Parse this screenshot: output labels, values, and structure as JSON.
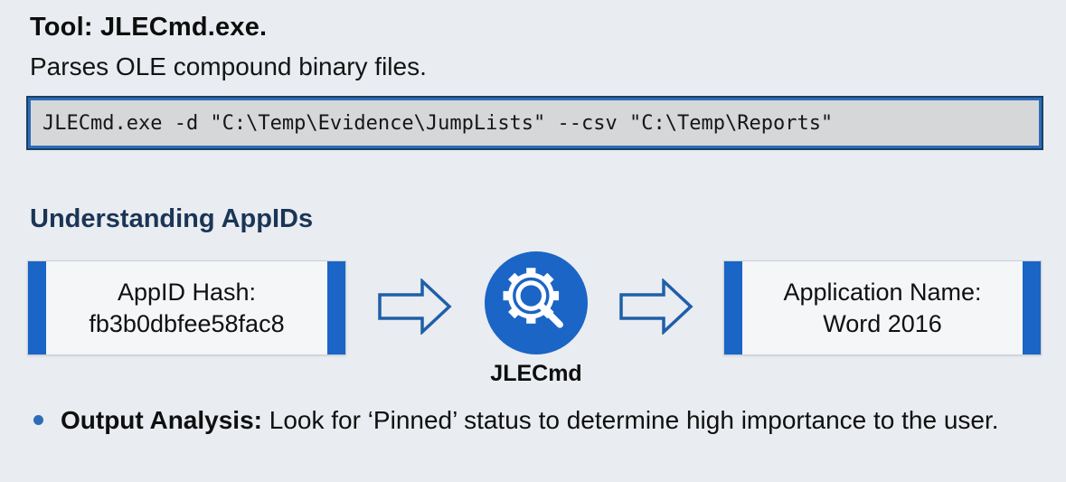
{
  "slide": {
    "title": "Tool: JLECmd.exe.",
    "subtitle": "Parses OLE compound binary files.",
    "command": "JLECmd.exe -d \"C:\\Temp\\Evidence\\JumpLists\" --csv \"C:\\Temp\\Reports\"",
    "section_heading": "Understanding AppIDs",
    "diagram": {
      "input_box": {
        "line1": "AppID Hash:",
        "line2": "fb3b0dbfee58fac8"
      },
      "tool": {
        "label": "JLECmd",
        "icon": "gear-magnifier-icon"
      },
      "output_box": {
        "line1": "Application Name:",
        "line2": "Word 2016"
      },
      "arrow_icon": "right-arrow-icon"
    },
    "bullet": {
      "lead": "Output Analysis:",
      "rest": " Look for ‘Pinned’ status to determine high importance to the user."
    },
    "colors": {
      "background": "#e9ecf0",
      "accent_blue": "#1a65c6",
      "heading_navy": "#1a3556",
      "command_background": "#d6d7d8",
      "command_border_blue": "#2c6cb7",
      "command_border_dark": "#1a4066",
      "arrow_stroke": "#1e5fa9",
      "bullet_dot": "#2e6db5"
    }
  }
}
